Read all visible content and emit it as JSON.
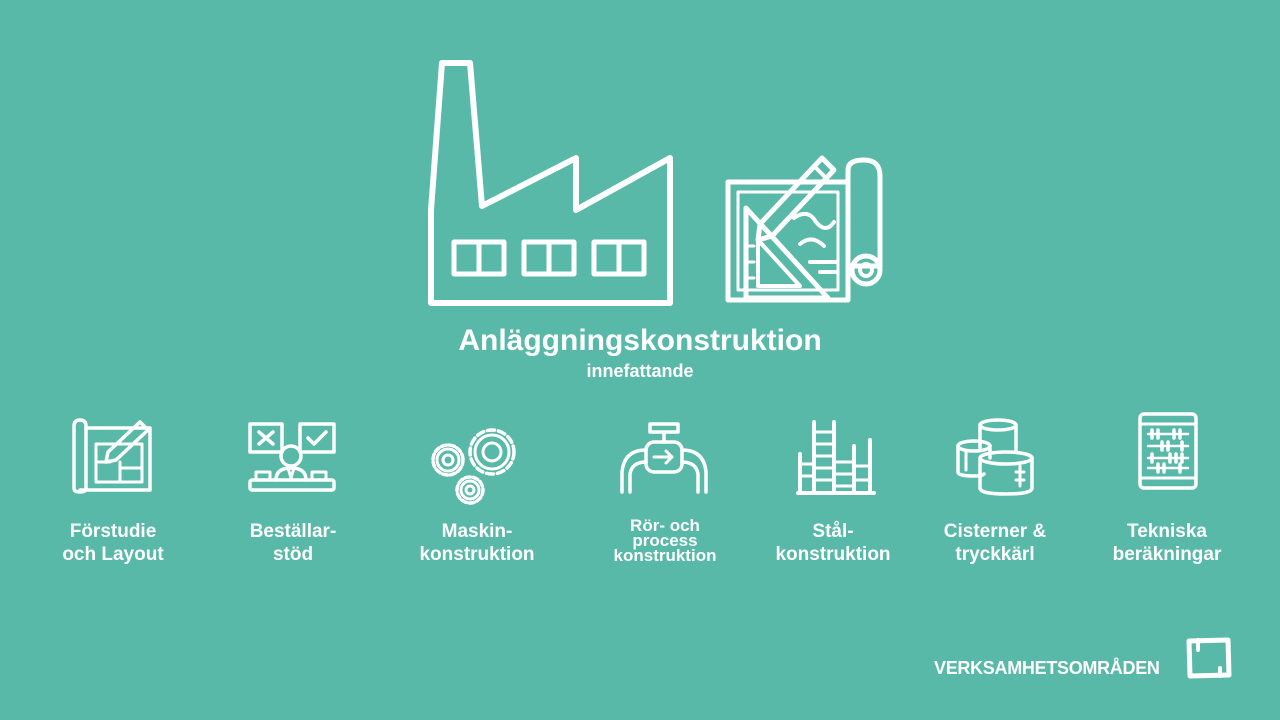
{
  "slide": {
    "title": "Anläggningskonstruktion",
    "subtitle": "innefattande",
    "items": [
      {
        "line1": "Förstudie",
        "line2": "och Layout",
        "icon": "blueprint-pencil-icon"
      },
      {
        "line1": "Beställar-",
        "line2": "stöd",
        "icon": "decision-person-icon"
      },
      {
        "line1": "Maskin-",
        "line2": "konstruktion",
        "icon": "gears-icon"
      },
      {
        "line1": "Rör- och",
        "line2": "process",
        "line3": "konstruktion",
        "icon": "pipe-valve-icon"
      },
      {
        "line1": "Stål-",
        "line2": "konstruktion",
        "icon": "steel-structure-icon"
      },
      {
        "line1": "Cisterner &",
        "line2": "tryckkärl",
        "icon": "tanks-icon"
      },
      {
        "line1": "Tekniska",
        "line2": "beräkningar",
        "icon": "abacus-icon"
      }
    ],
    "footer": "VERKSAMHETSOMRÅDEN",
    "colors": {
      "background": "#58b9a8",
      "foreground": "#ffffff"
    }
  }
}
